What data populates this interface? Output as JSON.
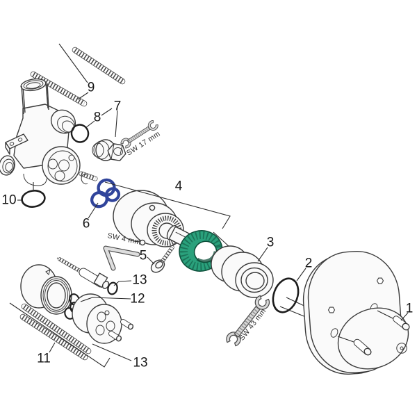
{
  "callouts": {
    "n1": "1",
    "n2": "2",
    "n3": "3",
    "n4": "4",
    "n5": "5",
    "n6": "6",
    "n7": "7",
    "n8": "8",
    "n9": "9",
    "n10": "10",
    "n11": "11",
    "n12": "12",
    "n13": "13"
  },
  "tools": {
    "sw17": "SW 17 mm",
    "sw4": "SW 4 mm",
    "sw43": "SW 43 mm"
  },
  "colors": {
    "seal-blue": "#30449b",
    "ring-green": "#2aa17c",
    "ring-green-dark": "#0d4f3a",
    "line": "#3a3a3a"
  }
}
